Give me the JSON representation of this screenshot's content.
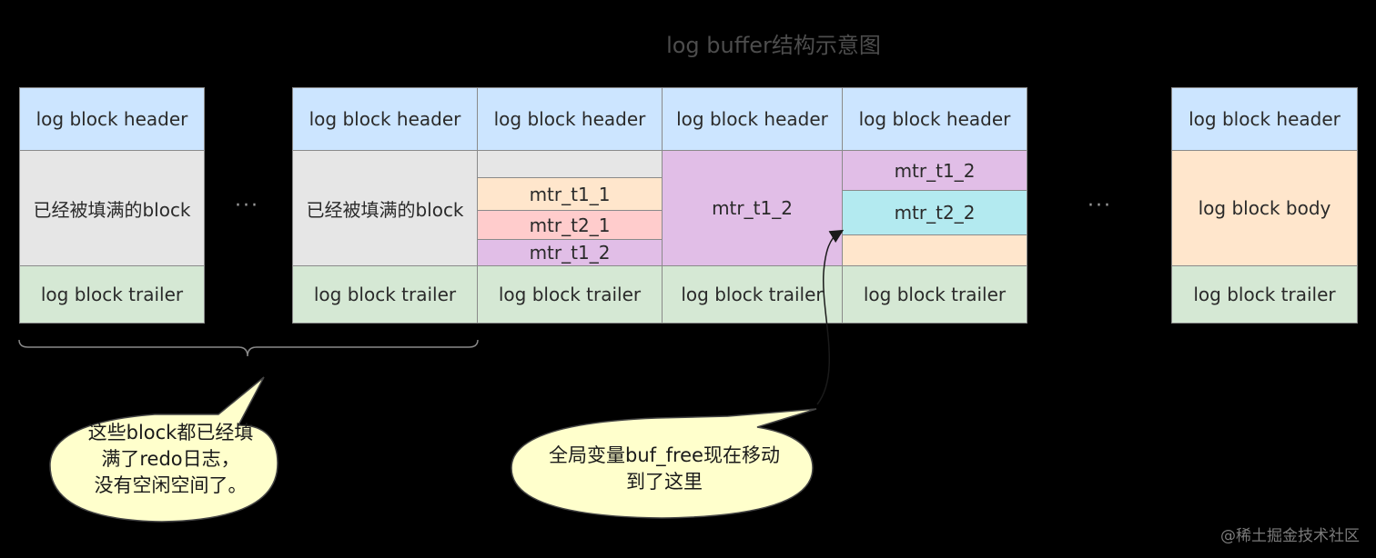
{
  "title": "log buffer结构示意图",
  "blocks": {
    "b1": {
      "header": "log block header",
      "body": "已经被填满的block",
      "trailer": "log block trailer"
    },
    "b2": {
      "header": "log block header",
      "body": "已经被填满的block",
      "trailer": "log block trailer"
    },
    "b3": {
      "header": "log block header",
      "segments": [
        "mtr_t1_1",
        "mtr_t2_1",
        "mtr_t1_2"
      ],
      "trailer": "log block trailer"
    },
    "b4": {
      "header": "log block header",
      "segment": "mtr_t1_2",
      "trailer": "log block trailer"
    },
    "b5": {
      "header": "log block header",
      "segments": [
        "mtr_t1_2",
        "mtr_t2_2"
      ],
      "trailer": "log block trailer"
    },
    "b6": {
      "header": "log block header",
      "body": "log block body",
      "trailer": "log block trailer"
    }
  },
  "ellipsis": "···",
  "callouts": {
    "filled": {
      "lines": [
        "这些block都已经填",
        "满了redo日志，",
        "没有空闲空间了。"
      ]
    },
    "buf_free": {
      "lines": [
        "全局变量buf_free现在移动",
        "到了这里"
      ]
    }
  },
  "watermark": "@稀土掘金技术社区",
  "colors": {
    "header": "#cce5ff",
    "trailer": "#d5e8d4",
    "filled": "#e6e6e6",
    "mtr_t1_1": "#ffe6cc",
    "mtr_t2_1": "#ffcccc",
    "mtr_t1_2": "#e1bee7",
    "mtr_t2_2": "#b3eaf0",
    "body": "#ffe6cc",
    "callout": "#ffffcc"
  }
}
